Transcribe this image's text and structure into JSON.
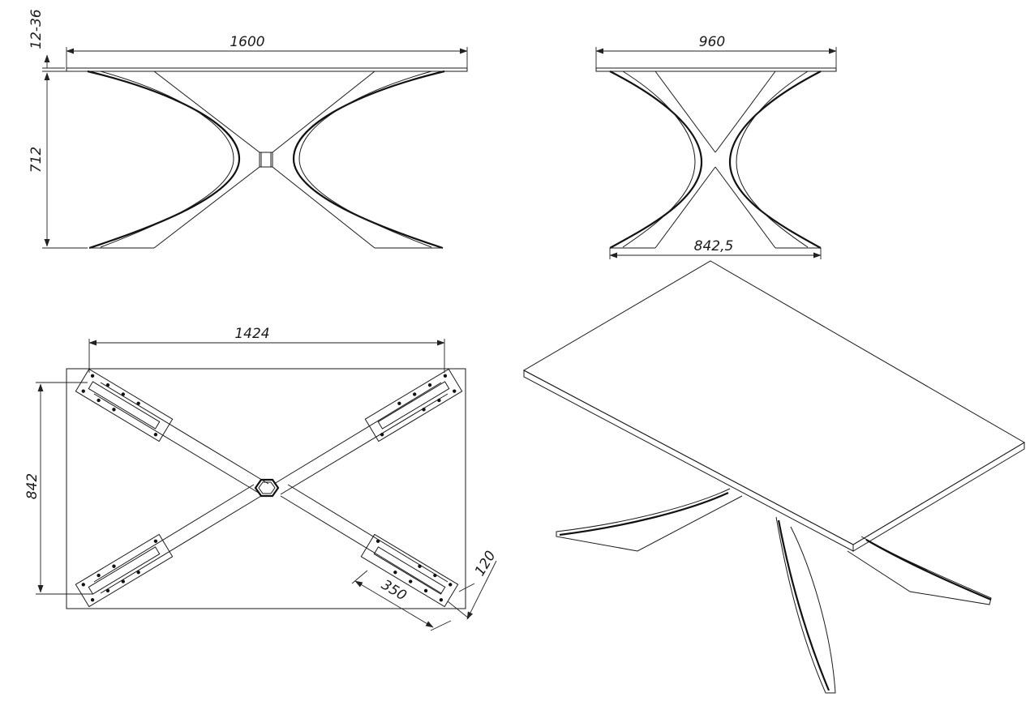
{
  "dimensions": {
    "front_length": "1600",
    "top_thickness": "12-36",
    "front_height": "712",
    "side_width": "960",
    "side_foot_span": "842,5",
    "plan_foot_span_length": "1424",
    "plan_foot_span_width": "842",
    "plate_width": "120",
    "plate_length": "350"
  }
}
